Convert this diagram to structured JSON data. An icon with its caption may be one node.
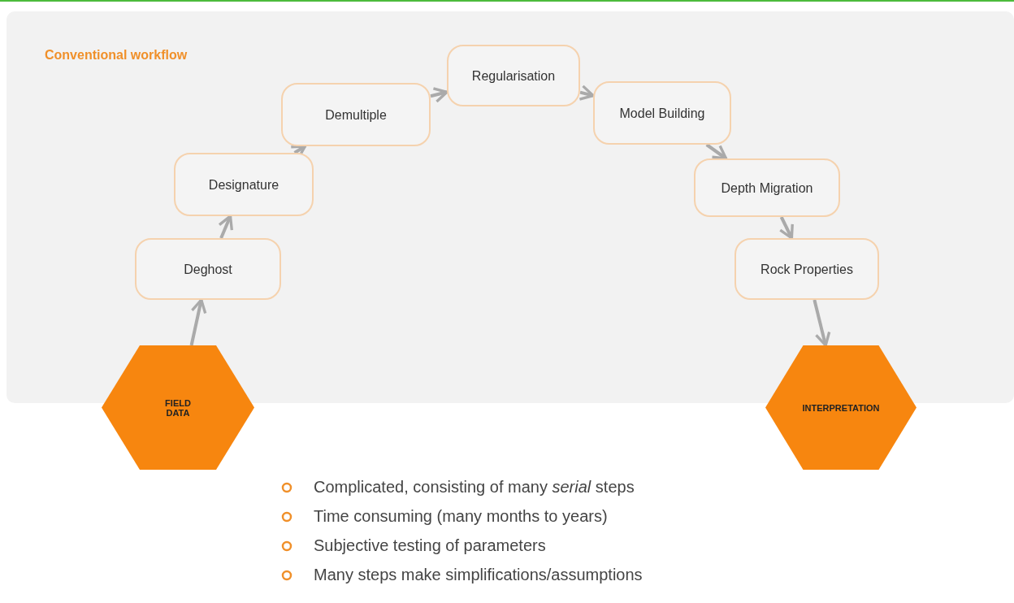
{
  "diagram": {
    "title": "Conventional workflow",
    "nodes": [
      {
        "text": [
          "FIELD DATA"
        ]
      },
      {
        "text": [
          "Deghost"
        ]
      },
      {
        "text": [
          "Designature"
        ]
      },
      {
        "text": [
          "Demultiple"
        ]
      },
      {
        "text": [
          "Regularisation"
        ]
      },
      {
        "text": [
          "Model Building"
        ]
      },
      {
        "text": [
          "Depth Migration"
        ]
      },
      {
        "text": [
          "Rock Properties"
        ]
      },
      {
        "text": [
          "INTERPRETATION"
        ]
      }
    ],
    "edges": [
      {
        "from": 0,
        "to": 1,
        "arrow": "to"
      },
      {
        "from": 1,
        "to": 2,
        "arrow": "to"
      },
      {
        "from": 2,
        "to": 3,
        "arrow": "to"
      },
      {
        "from": 3,
        "to": 4,
        "arrow": "to"
      },
      {
        "from": 4,
        "to": 5,
        "arrow": "to"
      },
      {
        "from": 5,
        "to": 6,
        "arrow": "to"
      },
      {
        "from": 6,
        "to": 7,
        "arrow": "to"
      },
      {
        "from": 7,
        "to": 8,
        "arrow": "to"
      }
    ],
    "labels": [
      "Complicated, consisting of many *serial* steps",
      "Time consuming (many months to years)",
      "Subjective testing of parameters",
      "Many steps make simplifications/assumptions"
    ]
  }
}
